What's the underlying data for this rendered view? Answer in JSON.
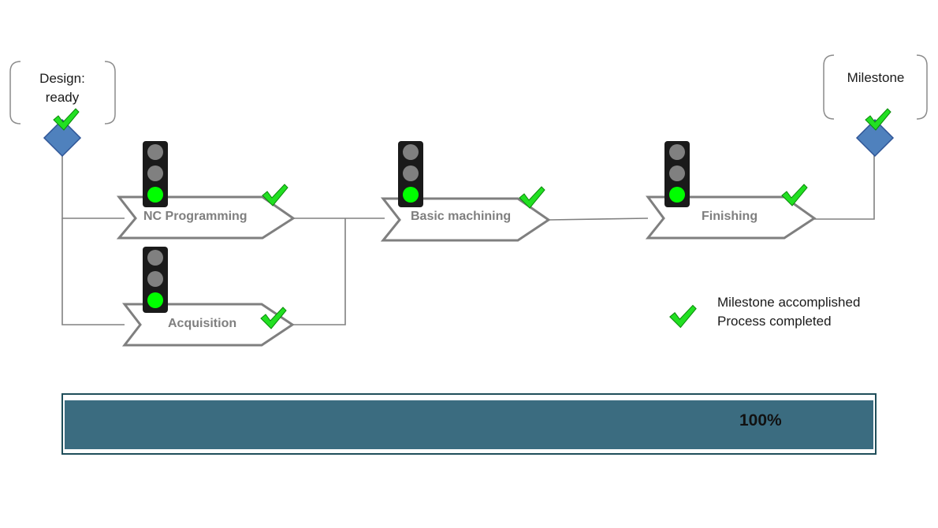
{
  "milestones": [
    {
      "id": "design",
      "label": "Design: ready",
      "lines": [
        "Design:",
        "ready"
      ],
      "accomplished": true
    },
    {
      "id": "end",
      "label": "Milestone",
      "lines": [
        "Milestone"
      ],
      "accomplished": true
    }
  ],
  "processes": [
    {
      "id": "nc-programming",
      "label": "NC Programming",
      "traffic_light": "green",
      "completed": true
    },
    {
      "id": "acquisition",
      "label": "Acquisition",
      "traffic_light": "green",
      "completed": true
    },
    {
      "id": "basic-machining",
      "label": "Basic machining",
      "traffic_light": "green",
      "completed": true
    },
    {
      "id": "finishing",
      "label": "Finishing",
      "traffic_light": "green",
      "completed": true
    }
  ],
  "legend": {
    "line1": "Milestone accomplished",
    "line2": "Process completed",
    "icon": "check-icon"
  },
  "progress": {
    "value": 1.0,
    "label": "100%"
  },
  "colors": {
    "check": "#22e022",
    "light_on": "#00ff00",
    "light_off": "#808080",
    "traffic_body": "#1a1a1a",
    "diamond": "#4f81bd",
    "progress_fill": "#3b6c80",
    "progress_border": "#1f4e5a"
  }
}
